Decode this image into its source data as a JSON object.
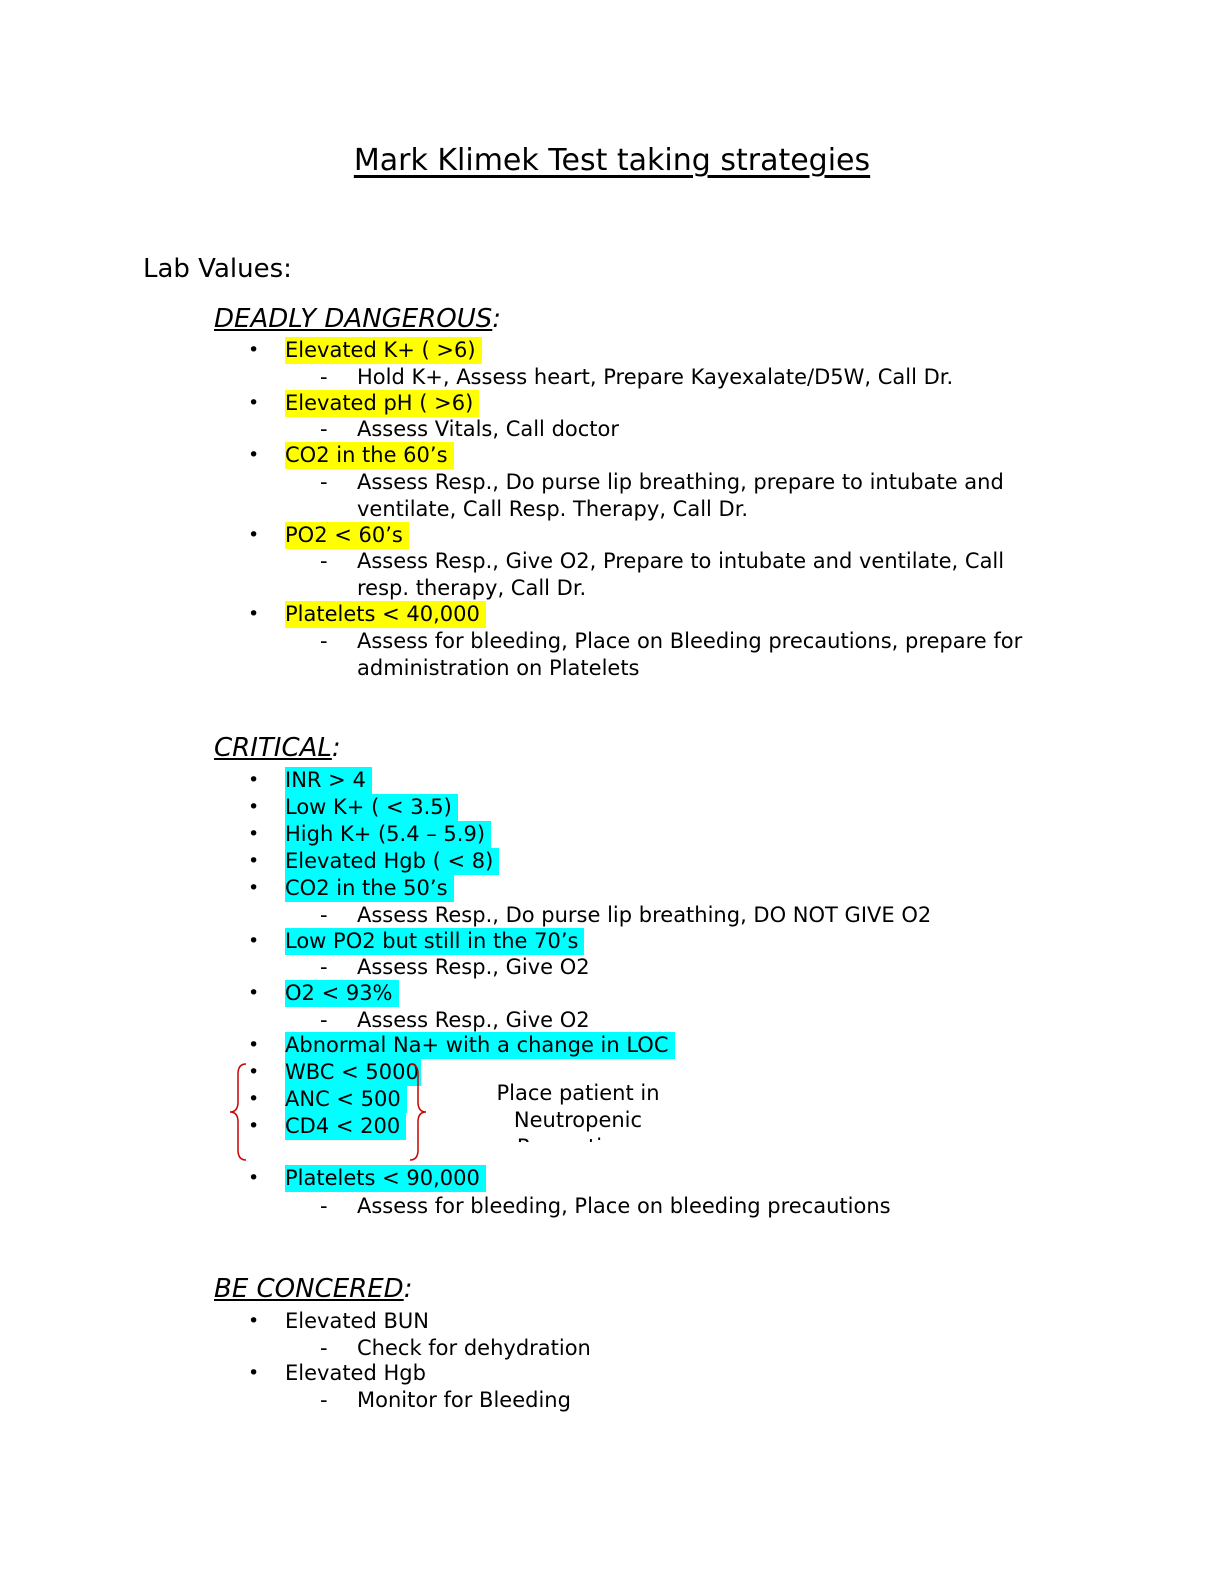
{
  "title": "Mark Klimek Test taking strategies ",
  "lab_values_label": "Lab Values:",
  "sections": {
    "deadly": {
      "heading": "DEADLY DANGEROUS",
      "colon": ":",
      "items": [
        {
          "label": "Elevated K+ ( >6) ",
          "action": "Hold K+, Assess heart, Prepare Kayexalate/D5W, Call Dr."
        },
        {
          "label": "Elevated pH ( >6) ",
          "action": "Assess Vitals, Call doctor"
        },
        {
          "label": "CO2 in the 60’s ",
          "action": "Assess Resp., Do purse lip breathing, prepare to intubate and ventilate, Call Resp. Therapy, Call Dr."
        },
        {
          "label": "PO2 < 60’s ",
          "action": "Assess Resp., Give O2, Prepare to intubate and ventilate, Call resp. therapy, Call Dr."
        },
        {
          "label": "Platelets < 40,000",
          "action": "Assess for bleeding, Place on Bleeding precautions, prepare for administration on Platelets"
        }
      ]
    },
    "critical": {
      "heading": "CRITICAL",
      "colon": ":",
      "items": [
        {
          "label": "INR > 4 "
        },
        {
          "label": "Low K+ ( < 3.5) "
        },
        {
          "label": "High K+ (5.4 – 5.9) "
        },
        {
          "label": "Elevated Hgb ( < 8) "
        },
        {
          "label": "CO2 in the 50’s ",
          "action": "Assess Resp., Do purse lip breathing, DO NOT GIVE O2"
        },
        {
          "label": "Low PO2 but still in the 70’s ",
          "action": "Assess Resp., Give O2"
        },
        {
          "label": "O2 < 93%",
          "action": "Assess Resp., Give O2"
        },
        {
          "label": "Abnormal Na+ with a change in LOC "
        },
        {
          "label": "WBC < 5000"
        },
        {
          "label": "ANC < 500"
        },
        {
          "label": "CD4 < 200"
        },
        {
          "label": "Platelets < 90,000",
          "action": "Assess for bleeding, Place on bleeding precautions"
        }
      ],
      "side_note_line1": "Place patient in",
      "side_note_line2": "Neutropenic",
      "side_note_line3": "Precautions"
    },
    "concerned": {
      "heading": "BE CONCERED",
      "colon": ":",
      "items": [
        {
          "label": "Elevated BUN",
          "action": "Check for dehydration"
        },
        {
          "label": "Elevated Hgb",
          "action": "Monitor for Bleeding"
        }
      ]
    }
  },
  "colors": {
    "highlight_yellow": "#ffff00",
    "highlight_cyan": "#00ffff",
    "bracket_red": "#cc0000"
  },
  "glyphs": {
    "bullet": "•",
    "dash": "-"
  }
}
